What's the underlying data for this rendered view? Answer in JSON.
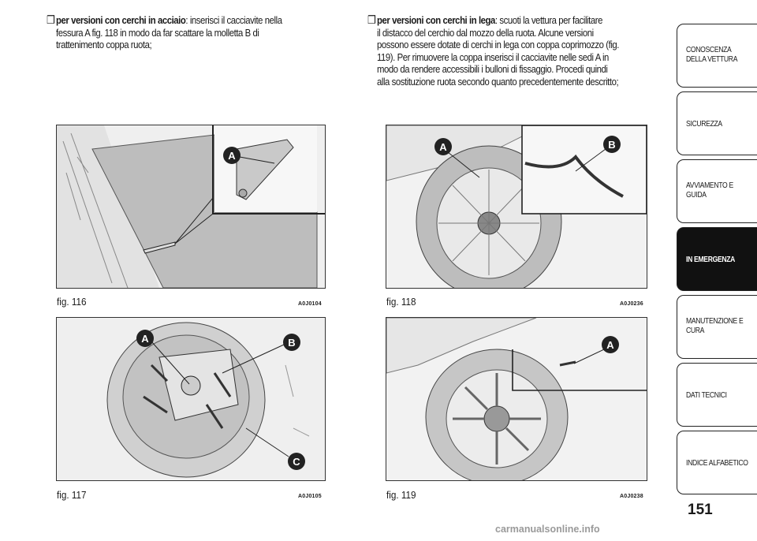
{
  "left_para": {
    "bullet": "❒",
    "lead": "per versioni con cerchi in acciaio",
    "lines": [
      ": inserisci il cacciavite nella",
      "fessura A fig. 118 in modo da far scattare la molletta B di",
      "trattenimento coppa ruota;"
    ]
  },
  "right_para": {
    "bullet": "❒",
    "lead": "per versioni con cerchi in lega",
    "lines": [
      ": scuoti la vettura per facilitare",
      "il distacco del cerchio dal mozzo della ruota. Alcune versioni",
      "possono essere dotate di cerchi in lega con coppa coprimozzo (fig.",
      "119). Per rimuovere la coppa inserisci il cacciavite nelle sedi A in",
      "modo da rendere accessibili i bulloni di fissaggio. Procedi quindi",
      "alla sostituzione ruota secondo quanto precedentemente descritto;"
    ]
  },
  "figures": [
    {
      "caption": "fig. 116",
      "code": "A0J0104",
      "labels": [
        "A"
      ]
    },
    {
      "caption": "fig. 117",
      "code": "A0J0105",
      "labels": [
        "A",
        "B",
        "C"
      ]
    },
    {
      "caption": "fig. 118",
      "code": "A0J0236",
      "labels": [
        "A",
        "B"
      ]
    },
    {
      "caption": "fig. 119",
      "code": "A0J0238",
      "labels": [
        "A"
      ]
    }
  ],
  "tabs": [
    {
      "label": "CONOSCENZA\nDELLA VETTURA",
      "active": false
    },
    {
      "label": "SICUREZZA",
      "active": false
    },
    {
      "label": "AVVIAMENTO E\nGUIDA",
      "active": false
    },
    {
      "label": "IN EMERGENZA",
      "active": true
    },
    {
      "label": "MANUTENZIONE E\nCURA",
      "active": false
    },
    {
      "label": "DATI TECNICI",
      "active": false
    },
    {
      "label": "INDICE ALFABETICO",
      "active": false
    }
  ],
  "page_number": "151",
  "watermark": "carmanualsonline.info"
}
